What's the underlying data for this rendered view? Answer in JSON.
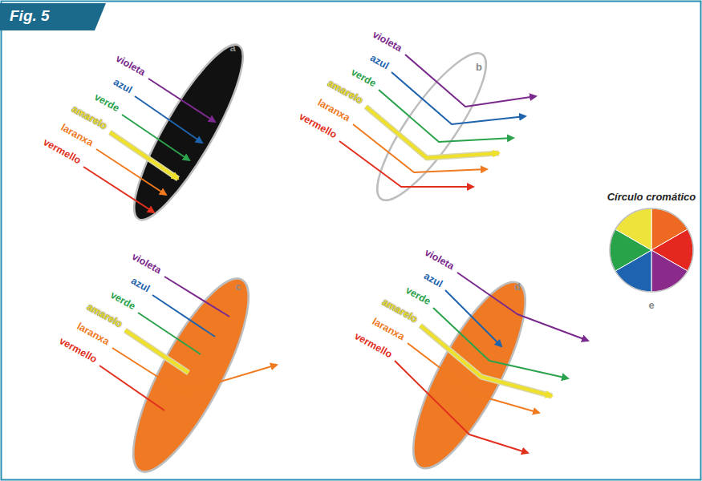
{
  "diagram": {
    "title": "Fig. 5",
    "labels": [
      "violeta",
      "azul",
      "verde",
      "amarelo",
      "laranxa",
      "vermello",
      "a",
      "violeta",
      "azul",
      "verde",
      "amarelo",
      "laranxa",
      "vermello",
      "b",
      "violeta",
      "azul",
      "verde",
      "amarelo",
      "laranxa",
      "vermello",
      "c",
      "violeta",
      "azul",
      "verde",
      "amarelo",
      "laranxa",
      "vermello",
      "d",
      "Círculo cromático",
      "e"
    ]
  }
}
